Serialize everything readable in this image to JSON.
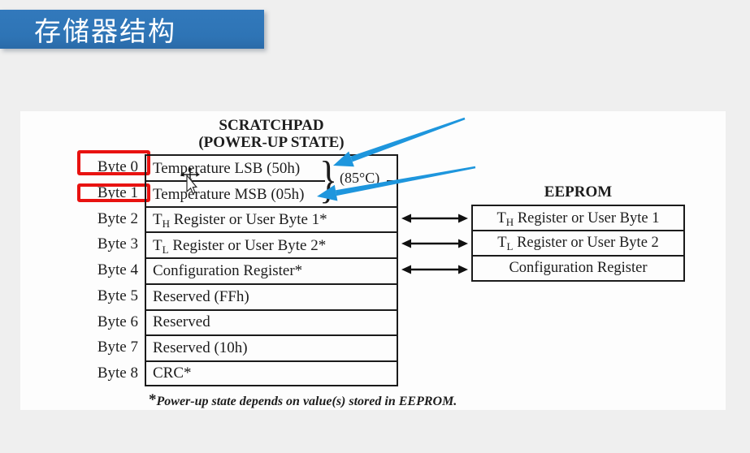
{
  "banner": {
    "title": "存储器结构"
  },
  "scratchpad": {
    "title_line1": "SCRATCHPAD",
    "title_line2": "(POWER-UP STATE)",
    "byte_labels": [
      "Byte 0",
      "Byte 1",
      "Byte 2",
      "Byte 3",
      "Byte 4",
      "Byte 5",
      "Byte 6",
      "Byte 7",
      "Byte 8"
    ],
    "rows": [
      {
        "pre": "Temperature LSB (50h)",
        "sub": "",
        "post": ""
      },
      {
        "pre": "Temperature MSB (05h)",
        "sub": "",
        "post": ""
      },
      {
        "pre": "T",
        "sub": "H",
        "post": " Register or User Byte 1*"
      },
      {
        "pre": "T",
        "sub": "L",
        "post": " Register or User Byte 2*"
      },
      {
        "pre": "Configuration Register*",
        "sub": "",
        "post": ""
      },
      {
        "pre": "Reserved (FFh)",
        "sub": "",
        "post": ""
      },
      {
        "pre": "Reserved",
        "sub": "",
        "post": ""
      },
      {
        "pre": "Reserved (10h)",
        "sub": "",
        "post": ""
      },
      {
        "pre": "CRC*",
        "sub": "",
        "post": ""
      }
    ],
    "temp_value_annotation": "(85°C)",
    "footnote_star": "*",
    "footnote_text": "Power-up state depends on value(s) stored in EEPROM."
  },
  "eeprom": {
    "title": "EEPROM",
    "rows": [
      {
        "pre": "T",
        "sub": "H",
        "post": " Register or User Byte 1"
      },
      {
        "pre": "T",
        "sub": "L",
        "post": " Register or User Byte 2"
      },
      {
        "pre": "Configuration Register",
        "sub": "",
        "post": ""
      }
    ]
  },
  "highlights": {
    "highlighted_byte_labels": [
      "Byte 0",
      "Byte 1"
    ]
  },
  "colors": {
    "banner_blue": "#2e74b5",
    "highlight_red": "#e81210",
    "annotation_arrow_blue": "#1e96dd",
    "table_border": "#1b1b1b",
    "background": "#efefef",
    "panel_white": "#fdfdfd"
  }
}
